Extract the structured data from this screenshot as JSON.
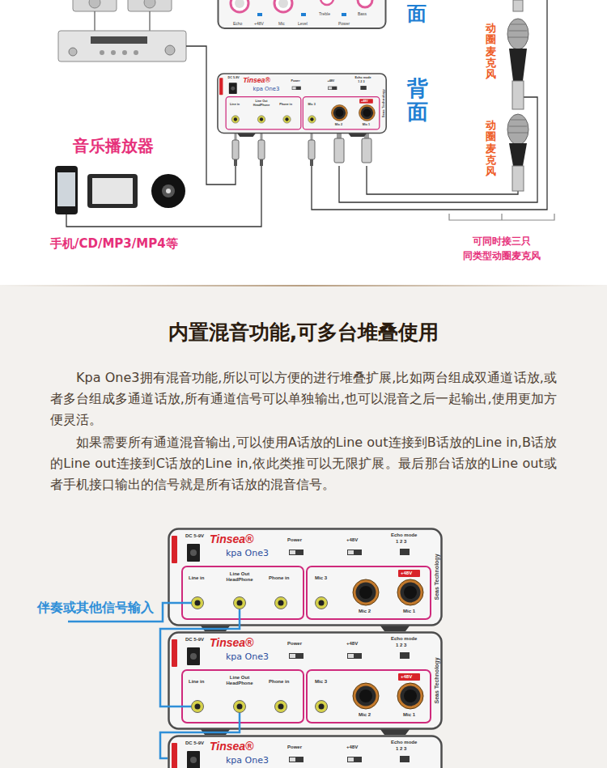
{
  "diagram": {
    "title": "内置混音功能,可多台堆叠使用",
    "nodes": [
      {
        "text": [
          "Echo",
          "+48V",
          "Mic",
          "Level",
          "Treble",
          "Power",
          "Bass"
        ]
      },
      {
        "text": [
          "DC 5-9V",
          "Tinsea®",
          "kpa One3",
          "Power",
          "+48V",
          "Echo mode",
          "1 2 3",
          "Line in",
          "Line Out HeadPhone",
          "Phone in",
          "Mic 3",
          "+48V",
          "Mic 2",
          "Mic 1",
          "Seas Technology"
        ]
      },
      {
        "text": [
          "DC 5-9V",
          "Tinsea®",
          "kpa One3",
          "Power",
          "+48V",
          "Echo mode",
          "1 2 3",
          "Line in",
          "Line Out HeadPhone",
          "Phone in",
          "Mic 3",
          "+48V",
          "Mic 2",
          "Mic 1",
          "Seas Technology"
        ]
      },
      {
        "text": [
          "DC 5-9V",
          "Tinsea®",
          "kpa One3",
          "Power",
          "+48V",
          "Echo mode",
          "1 2 3",
          "Line in",
          "Line Out HeadPhone",
          "Phone in",
          "Mic 3",
          "+48V",
          "Mic 2",
          "Mic 1",
          "Seas Technology"
        ]
      },
      {
        "text": [
          "DC 5-9V",
          "Tinsea®",
          "kpa One3",
          "Power",
          "+48V",
          "Echo mode",
          "1 2 3"
        ]
      }
    ],
    "edges": [
      {
        "from": 2,
        "to": 3,
        "arrow": "none"
      },
      {
        "from": 3,
        "to": 4,
        "arrow": "none"
      }
    ],
    "labels": [
      "面",
      "背面",
      "动圈麦克风",
      "动圈麦克风",
      "音乐播放器",
      "手机/CD/MP3/MP4等",
      "可同时接三只",
      "同类型动圈麦克风",
      "Kpa One3拥有混音功能,所以可以方便的进行堆叠扩展,比如两台组成双通道话放,或者多台组成多通道话放,所有通道信号可以单独输出,也可以混音之后一起输出,使用更加方便灵活。",
      "如果需要所有通道混音输出,可以使用A话放的Line out连接到B话放的Line in,B话放的Line out连接到C话放的Line in,依此类推可以无限扩展。最后那台话放的Line out或者手机接口输出的信号就是所有话放的混音信号。",
      "伴奏或其他信号输入"
    ]
  }
}
